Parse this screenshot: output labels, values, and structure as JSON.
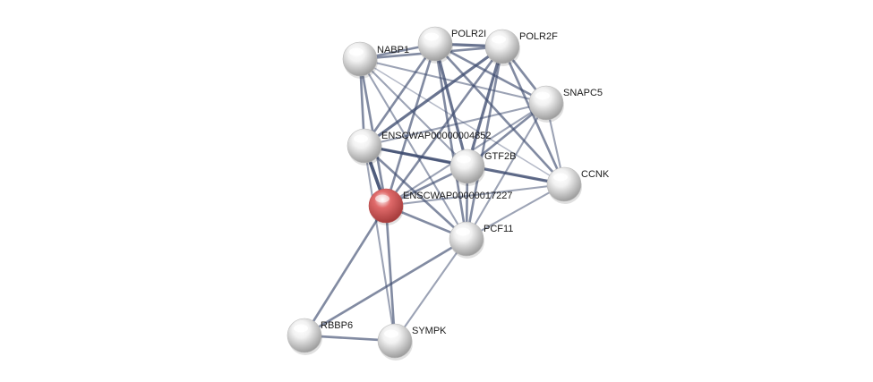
{
  "network": {
    "colors": {
      "edge": "#3c4a6e",
      "node_default": "#f2f2f2",
      "node_default_shade": "#9a9a9a",
      "node_query": "#e06a6a",
      "node_query_shade": "#a33a3a",
      "label": "#1a1a1a"
    },
    "nodes": [
      {
        "id": "NABP1",
        "label": "NABP1",
        "query": false
      },
      {
        "id": "POLR2I",
        "label": "POLR2I",
        "query": false
      },
      {
        "id": "POLR2F",
        "label": "POLR2F",
        "query": false
      },
      {
        "id": "SNAPC5",
        "label": "SNAPC5",
        "query": false
      },
      {
        "id": "ENSCWAP4852",
        "label": "ENSCWAP00000004852",
        "query": false
      },
      {
        "id": "GTF2B",
        "label": "GTF2B",
        "query": false
      },
      {
        "id": "CCNK",
        "label": "CCNK",
        "query": false
      },
      {
        "id": "ENSCWAP17227",
        "label": "ENSCWAP00000017227",
        "query": true
      },
      {
        "id": "PCF11",
        "label": "PCF11",
        "query": false
      },
      {
        "id": "RBBP6",
        "label": "RBBP6",
        "query": false
      },
      {
        "id": "SYMPK",
        "label": "SYMPK",
        "query": false
      }
    ],
    "edges": [
      {
        "source": "NABP1",
        "target": "POLR2I",
        "weight": 3
      },
      {
        "source": "NABP1",
        "target": "POLR2F",
        "weight": 3
      },
      {
        "source": "NABP1",
        "target": "SNAPC5",
        "weight": 2
      },
      {
        "source": "NABP1",
        "target": "ENSCWAP4852",
        "weight": 3
      },
      {
        "source": "NABP1",
        "target": "GTF2B",
        "weight": 2
      },
      {
        "source": "NABP1",
        "target": "ENSCWAP17227",
        "weight": 3
      },
      {
        "source": "NABP1",
        "target": "PCF11",
        "weight": 2
      },
      {
        "source": "NABP1",
        "target": "CCNK",
        "weight": 1
      },
      {
        "source": "POLR2I",
        "target": "POLR2F",
        "weight": 4
      },
      {
        "source": "POLR2I",
        "target": "SNAPC5",
        "weight": 3
      },
      {
        "source": "POLR2I",
        "target": "ENSCWAP4852",
        "weight": 3
      },
      {
        "source": "POLR2I",
        "target": "GTF2B",
        "weight": 4
      },
      {
        "source": "POLR2I",
        "target": "CCNK",
        "weight": 3
      },
      {
        "source": "POLR2I",
        "target": "ENSCWAP17227",
        "weight": 3
      },
      {
        "source": "POLR2I",
        "target": "PCF11",
        "weight": 3
      },
      {
        "source": "POLR2F",
        "target": "SNAPC5",
        "weight": 3
      },
      {
        "source": "POLR2F",
        "target": "ENSCWAP4852",
        "weight": 4
      },
      {
        "source": "POLR2F",
        "target": "GTF2B",
        "weight": 4
      },
      {
        "source": "POLR2F",
        "target": "CCNK",
        "weight": 3
      },
      {
        "source": "POLR2F",
        "target": "ENSCWAP17227",
        "weight": 3
      },
      {
        "source": "POLR2F",
        "target": "PCF11",
        "weight": 3
      },
      {
        "source": "SNAPC5",
        "target": "ENSCWAP4852",
        "weight": 2
      },
      {
        "source": "SNAPC5",
        "target": "GTF2B",
        "weight": 3
      },
      {
        "source": "SNAPC5",
        "target": "CCNK",
        "weight": 2
      },
      {
        "source": "SNAPC5",
        "target": "ENSCWAP17227",
        "weight": 2
      },
      {
        "source": "SNAPC5",
        "target": "PCF11",
        "weight": 2
      },
      {
        "source": "ENSCWAP4852",
        "target": "GTF2B",
        "weight": 3
      },
      {
        "source": "ENSCWAP4852",
        "target": "CCNK",
        "weight": 4
      },
      {
        "source": "ENSCWAP4852",
        "target": "ENSCWAP17227",
        "weight": 5
      },
      {
        "source": "ENSCWAP4852",
        "target": "PCF11",
        "weight": 3
      },
      {
        "source": "ENSCWAP4852",
        "target": "SYMPK",
        "weight": 2
      },
      {
        "source": "GTF2B",
        "target": "CCNK",
        "weight": 1
      },
      {
        "source": "GTF2B",
        "target": "ENSCWAP17227",
        "weight": 3
      },
      {
        "source": "GTF2B",
        "target": "PCF11",
        "weight": 3
      },
      {
        "source": "CCNK",
        "target": "ENSCWAP17227",
        "weight": 2
      },
      {
        "source": "CCNK",
        "target": "PCF11",
        "weight": 2
      },
      {
        "source": "ENSCWAP17227",
        "target": "PCF11",
        "weight": 3
      },
      {
        "source": "ENSCWAP17227",
        "target": "RBBP6",
        "weight": 3
      },
      {
        "source": "ENSCWAP17227",
        "target": "SYMPK",
        "weight": 3
      },
      {
        "source": "PCF11",
        "target": "RBBP6",
        "weight": 3
      },
      {
        "source": "PCF11",
        "target": "SYMPK",
        "weight": 2
      },
      {
        "source": "RBBP6",
        "target": "SYMPK",
        "weight": 3
      }
    ]
  }
}
